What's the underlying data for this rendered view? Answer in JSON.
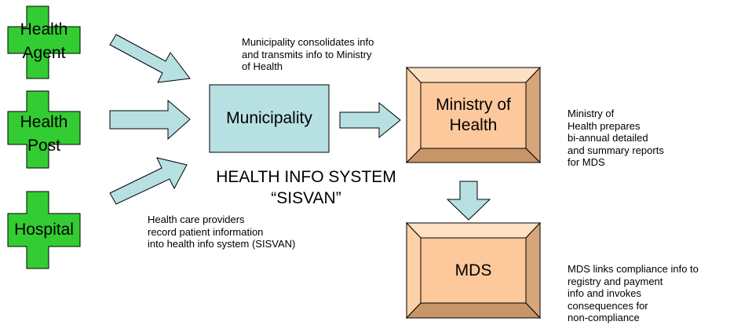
{
  "colors": {
    "cross_fill": "#33cc33",
    "box_blue_fill": "#b7e0e3",
    "bevel_face": "#fcc89c",
    "arrow_fill": "#b7e0e3",
    "outline": "#000000"
  },
  "sources": [
    {
      "id": "health-agent",
      "lines": [
        "Health",
        "Agent"
      ]
    },
    {
      "id": "health-post",
      "lines": [
        "Health",
        "Post"
      ]
    },
    {
      "id": "hospital",
      "lines": [
        "Hospital"
      ]
    }
  ],
  "municipality": {
    "label": "Municipality"
  },
  "ministry": {
    "lines": [
      "Ministry of",
      "Health"
    ]
  },
  "mds": {
    "label": "MDS"
  },
  "system_title": {
    "lines": [
      "HEALTH INFO SYSTEM",
      "“SISVAN”"
    ]
  },
  "notes": {
    "municipality": [
      "Municipality consolidates info",
      "and transmits info to Ministry",
      "of Health"
    ],
    "providers": [
      "Health care providers",
      "record patient information",
      "into health info system (SISVAN)"
    ],
    "ministry": [
      "Ministry of",
      "Health prepares",
      "bi-annual detailed",
      "and summary reports",
      "for MDS"
    ],
    "mds": [
      "MDS links compliance info to",
      "registry and payment",
      "info and invokes",
      "consequences for",
      "non-compliance"
    ]
  }
}
